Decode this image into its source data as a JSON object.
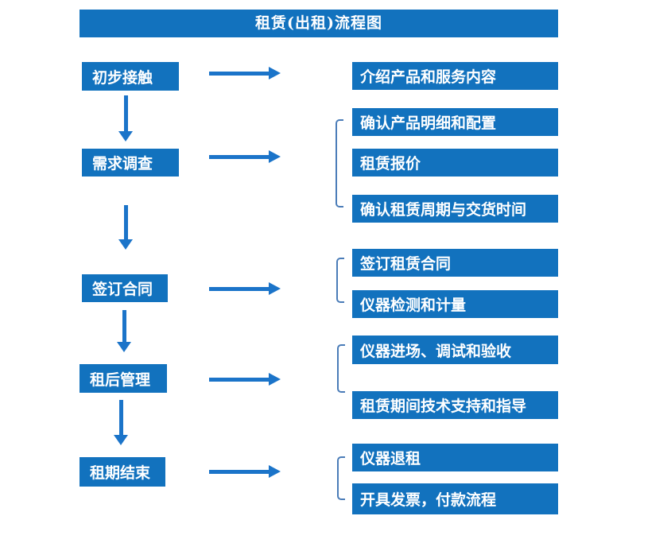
{
  "title": "租赁(出租)流程图",
  "colors": {
    "box_blue": "#1272BE",
    "arrow_blue": "#1B74C9",
    "bracket_blue": "#4A7CB8",
    "text_white": "#FFFFFF"
  },
  "flow": {
    "steps": [
      {
        "label": "初步接触",
        "details": [
          "介绍产品和服务内容"
        ]
      },
      {
        "label": "需求调查",
        "details": [
          "确认产品明细和配置",
          "租赁报价",
          "确认租赁周期与交货时间"
        ]
      },
      {
        "label": "签订合同",
        "details": [
          "签订租赁合同",
          "仪器检测和计量"
        ]
      },
      {
        "label": "租后管理",
        "details": [
          "仪器进场、调试和验收",
          "租赁期间技术支持和指导"
        ]
      },
      {
        "label": "租期结束",
        "details": [
          "仪器退租",
          "开具发票，付款流程"
        ]
      }
    ]
  }
}
